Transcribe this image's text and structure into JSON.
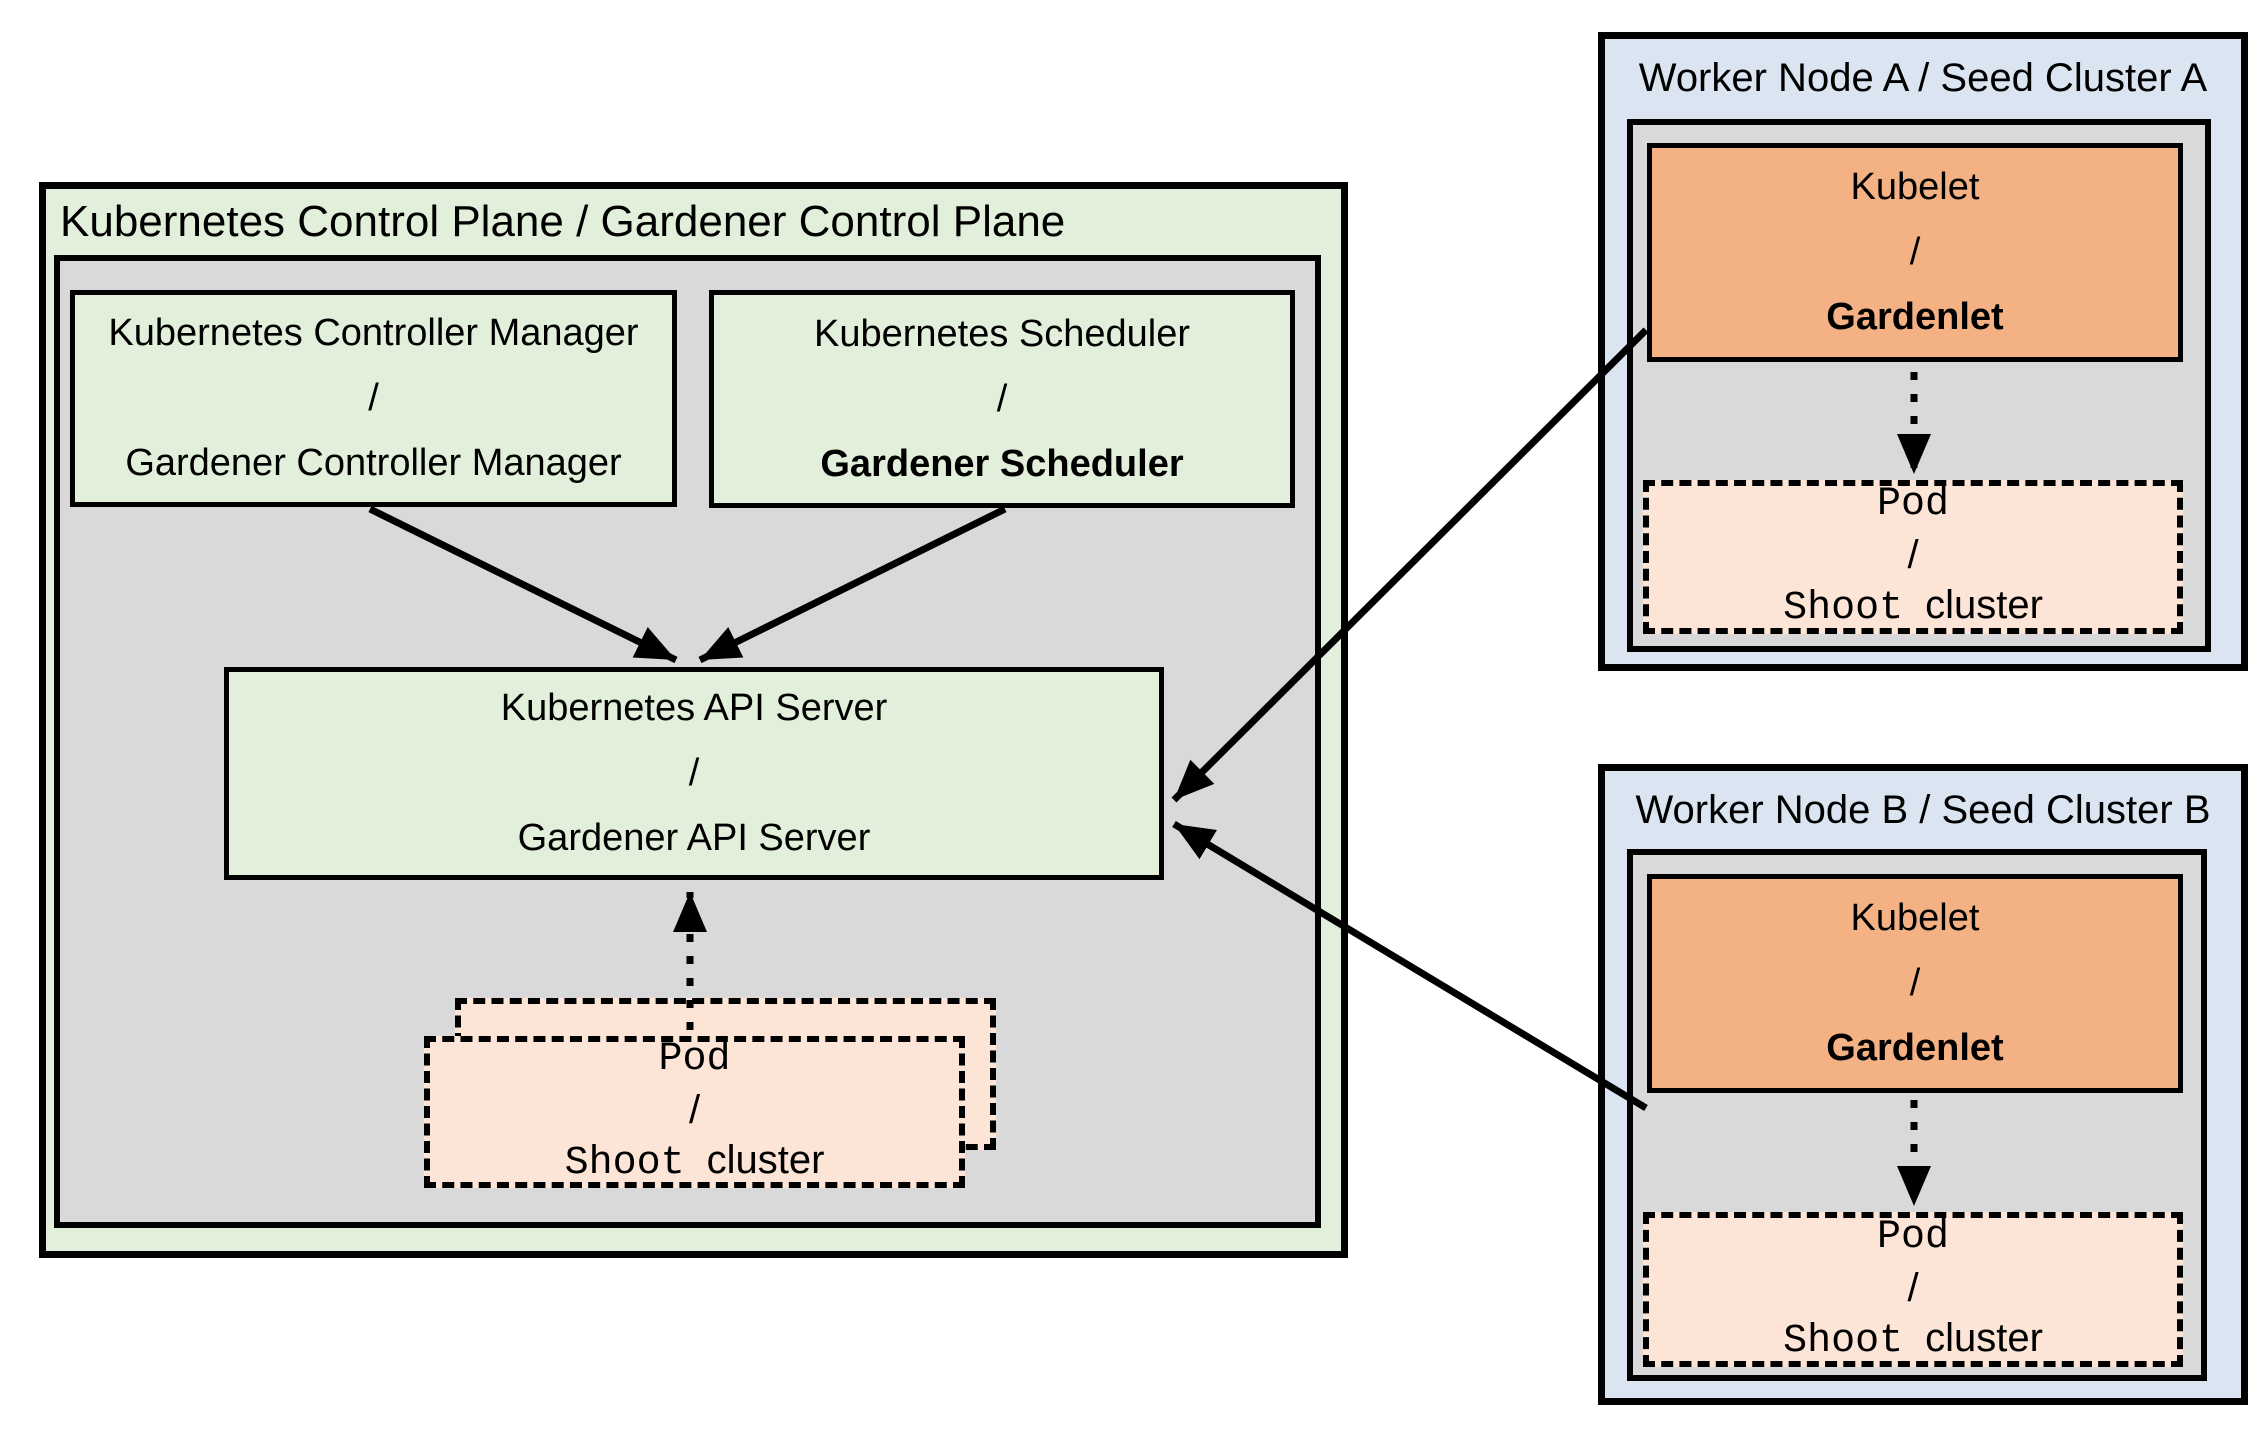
{
  "colors": {
    "green_fill": "#e2efda",
    "gray_fill": "#d9d9d9",
    "blue_fill": "#dbe5f1",
    "orange_fill": "#f4b183",
    "peach_fill": "#fce4d6",
    "line_color": "#000000"
  },
  "control_plane": {
    "title": "Kubernetes Control Plane / Gardener Control Plane",
    "controller_manager": {
      "line1": "Kubernetes Controller Manager",
      "separator": "/",
      "line2": "Gardener Controller Manager"
    },
    "scheduler": {
      "line1": "Kubernetes Scheduler",
      "separator": "/",
      "line2": "Gardener Scheduler"
    },
    "api_server": {
      "line1": "Kubernetes API Server",
      "separator": "/",
      "line2": "Gardener API Server"
    },
    "pod_stack": {
      "line1": "Pod",
      "separator": "/",
      "line2_code": "Shoot",
      "line2_plain": "cluster"
    }
  },
  "worker_node_a": {
    "title": "Worker Node A / Seed Cluster A",
    "kubelet": {
      "line1": "Kubelet",
      "separator": "/",
      "line2": "Gardenlet"
    },
    "pod": {
      "line1": "Pod",
      "separator": "/",
      "line2_code": "Shoot",
      "line2_plain": "cluster"
    }
  },
  "worker_node_b": {
    "title": "Worker Node B / Seed Cluster B",
    "kubelet": {
      "line1": "Kubelet",
      "separator": "/",
      "line2": "Gardenlet"
    },
    "pod": {
      "line1": "Pod",
      "separator": "/",
      "line2_code": "Shoot",
      "line2_plain": "cluster"
    }
  }
}
